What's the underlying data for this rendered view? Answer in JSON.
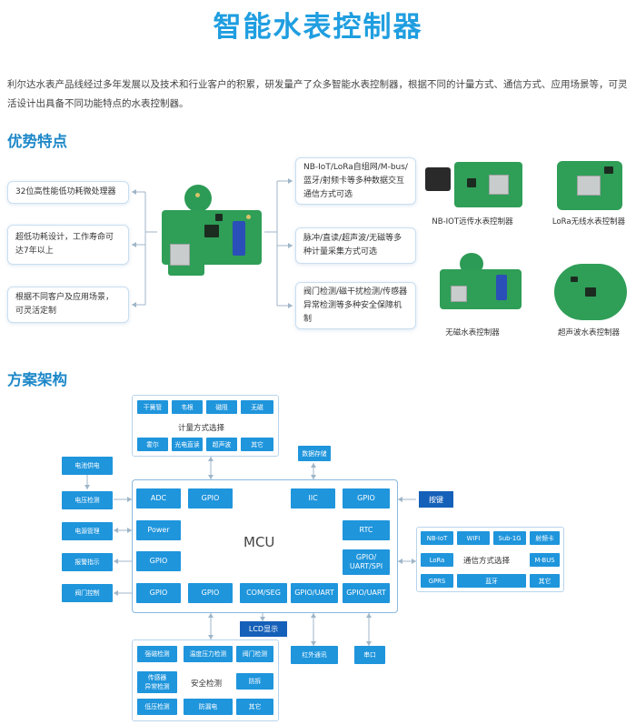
{
  "title": "智能水表控制器",
  "intro": "利尔达水表产品线经过多年发展以及技术和行业客户的积累，研发量产了众多智能水表控制器，根据不同的计量方式、通信方式、应用场景等，可灵活设计出具备不同功能特点的水表控制器。",
  "advantages": {
    "heading": "优势特点",
    "left": [
      "32位高性能低功耗微处理器",
      "超低功耗设计，工作寿命可达7年以上",
      "根据不同客户及应用场景，可灵活定制"
    ],
    "right": [
      "NB-IoT/LoRa自组网/M-bus/蓝牙/射频卡等多种数据交互通信方式可选",
      "脉冲/直读/超声波/无磁等多种计量采集方式可选",
      "阀门检测/磁干扰检测/传感器异常检测等多种安全保障机制"
    ],
    "products": [
      "NB-IOT远传水表控制器",
      "LoRa无线水表控制器",
      "无磁水表控制器",
      "超声波水表控制器"
    ]
  },
  "architecture": {
    "heading": "方案架构",
    "mcu": "MCU",
    "metering": {
      "top": [
        "干簧管",
        "韦根",
        "磁阻",
        "无磁"
      ],
      "label": "计量方式选择",
      "bottom": [
        "霍尔",
        "光电直读",
        "超声波",
        "其它"
      ]
    },
    "storage": "数据存储",
    "left_side": [
      "电池供电",
      "电压检测",
      "电源管理",
      "报警指示",
      "阀门控制"
    ],
    "mcu_left": [
      "ADC",
      "Power",
      "GPIO",
      "GPIO"
    ],
    "mcu_top": [
      "GPIO",
      "IIC",
      "GPIO"
    ],
    "mcu_right": [
      "RTC",
      "GPIO/\nUART/SPI"
    ],
    "mcu_bottom": [
      "GPIO",
      "COM/SEG",
      "GPIO/UART",
      "GPIO/UART"
    ],
    "key": "按键",
    "comm": {
      "top": [
        "NB-IoT",
        "WIFI",
        "Sub-1G",
        "射频卡"
      ],
      "mid_left": "LoRa",
      "label": "通信方式选择",
      "mid_right": "M-BUS",
      "bottom_left": "GPRS",
      "bottom_mid": "蓝牙",
      "bottom_right": "其它"
    },
    "lcd": "LCD显示",
    "ir": "红外通讯",
    "serial": "串口",
    "safety": {
      "label": "安全检测",
      "items": [
        "强磁检测",
        "温度压力检测",
        "阀门检测",
        "传感器\n异常检测",
        "防拆",
        "低压检测",
        "防漏电",
        "其它"
      ]
    }
  }
}
